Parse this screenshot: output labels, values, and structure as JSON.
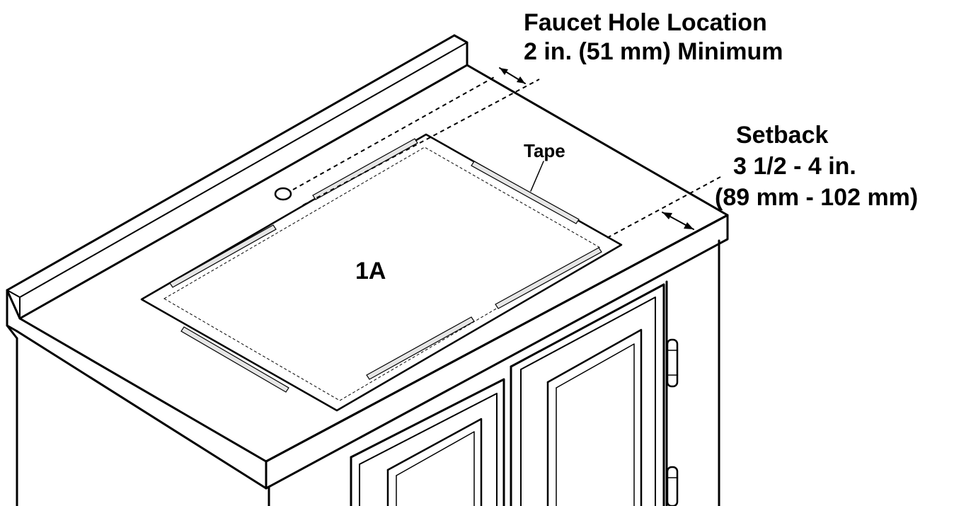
{
  "labels": {
    "faucet_line1": "Faucet Hole Location",
    "faucet_line2": "2 in. (51 mm) Minimum",
    "setback_line1": "Setback",
    "setback_line2": "3 1/2 - 4 in.",
    "setback_line3": "(89 mm - 102 mm)",
    "tape": "Tape",
    "template_id": "1A"
  },
  "colors": {
    "ink": "#000000",
    "tape_fill": "#e6e6e6",
    "background": "#ffffff"
  }
}
